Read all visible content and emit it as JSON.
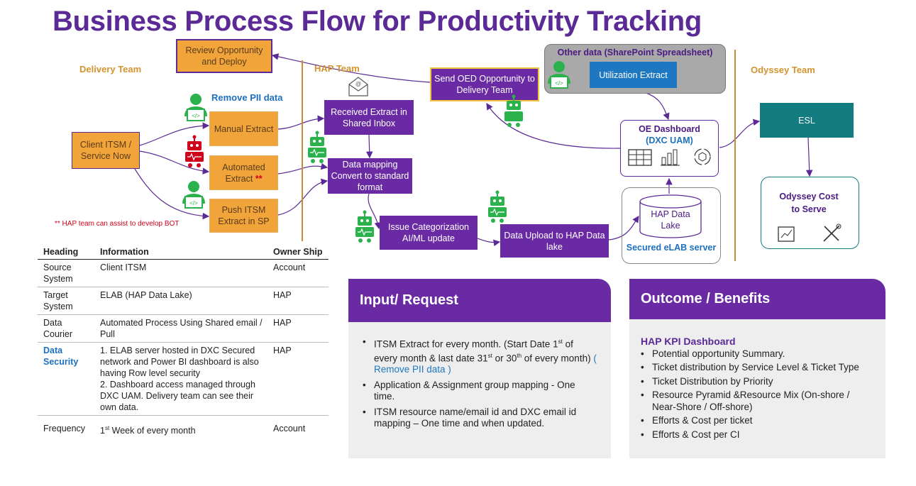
{
  "title": "Business Process Flow for Productivity Tracking",
  "colors": {
    "purple": "#6a2aa4",
    "orange": "#f0a43a",
    "green": "#2bb24c",
    "teal": "#127c80",
    "blue": "#1d78c1",
    "gold": "#d4932e"
  },
  "teams": {
    "delivery": "Delivery Team",
    "hap": "HAP Team",
    "odyssey": "Odyssey Team"
  },
  "nodes": {
    "review": "Review Opportunity and Deploy",
    "remove_pii": "Remove PII data",
    "client_itsm": "Client ITSM / Service Now",
    "manual": "Manual Extract",
    "automated": "Automated Extract",
    "automated_mark": "**",
    "push": "Push ITSM Extract in SP",
    "note": "** HAP team can assist to develop BOT",
    "received": "Received Extract in Shared Inbox",
    "mapping": "Data mapping Convert to standard format",
    "send_oed": "Send OED Opportunity to Delivery Team",
    "issue": "Issue Categorization AI/ML update",
    "upload": "Data Upload to  HAP Data lake",
    "other_data": "Other data (SharePoint  Spreadsheet)",
    "utilization": "Utilization Extract",
    "oe_dashboard": "OE Dashboard",
    "oe_dashboard_sub": "(DXC UAM)",
    "hap_lake": "HAP Data Lake",
    "secured": "Secured  eLAB server",
    "esl": "ESL",
    "odyssey_cost": "Odyssey Cost to Serve"
  },
  "icons": [
    "developer-person-icon",
    "robot-icon",
    "email-icon",
    "table-icon",
    "bar-chart-icon",
    "gear-cycle-icon",
    "calculator-icon",
    "tools-icon"
  ],
  "table": {
    "headers": [
      "Heading",
      "Information",
      "Owner Ship"
    ],
    "rows": [
      {
        "heading": "Source System",
        "info": "Client ITSM",
        "owner": "Account"
      },
      {
        "heading": "Target System",
        "info": "ELAB (HAP Data Lake)",
        "owner": "HAP"
      },
      {
        "heading": "Data Courier",
        "info": "Automated Process Using Shared email / Pull",
        "owner": "HAP"
      },
      {
        "heading": "Data Security",
        "info1": "1. ELAB server hosted in DXC Secured network and Power BI dashboard is also having Row level security",
        "info2": "2. Dashboard access managed through DXC UAM. Delivery team can see their own data.",
        "owner": "HAP"
      },
      {
        "heading": "Frequency",
        "info_sup": "st",
        "info_pre": "1",
        "info_post": " Week of every month",
        "owner": "Account"
      }
    ]
  },
  "input_panel": {
    "title": "Input/ Request",
    "b1_a": "ITSM Extract for every month. (Start Date 1",
    "b1_s1": "st",
    "b1_b": " of every month & last date 31",
    "b1_s2": "st",
    "b1_c": " or 30",
    "b1_s3": "th",
    "b1_d": " of every month)",
    "b1_link": " ( Remove PII data )",
    "b2": "Application & Assignment group mapping  - One time.",
    "b3": "ITSM resource name/email id and DXC email id mapping – One time and when updated."
  },
  "outcome_panel": {
    "title": "Outcome / Benefits",
    "subtitle": "HAP KPI Dashboard",
    "items": [
      "Potential opportunity Summary.",
      "Ticket distribution by Service Level & Ticket Type",
      "Ticket Distribution by Priority",
      "Resource Pyramid  &Resource Mix (On-shore / Near-Shore / Off-shore)",
      "Efforts & Cost per ticket",
      "Efforts & Cost per CI"
    ]
  }
}
